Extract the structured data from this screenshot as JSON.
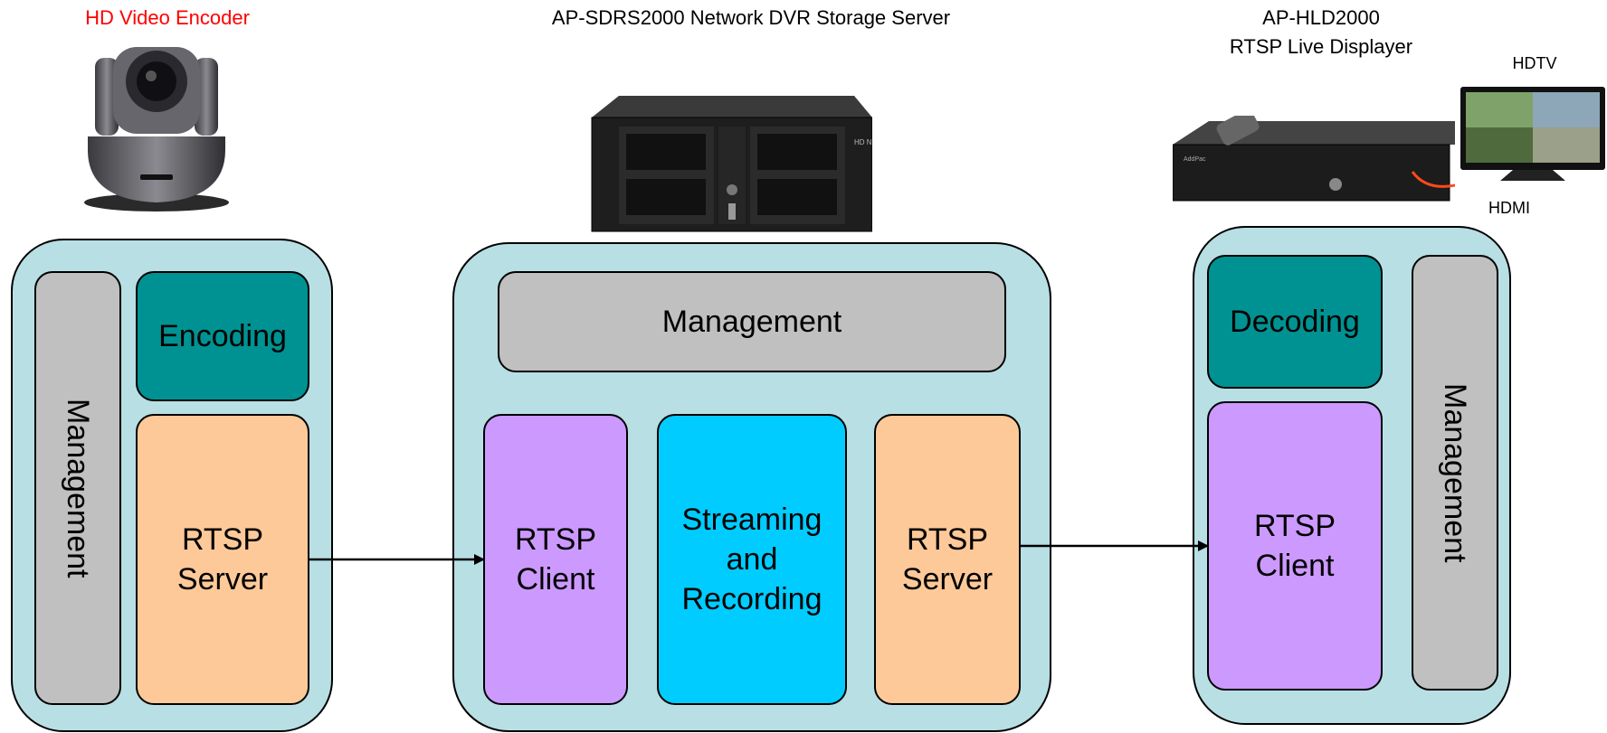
{
  "devices": {
    "encoder": {
      "title": "HD Video Encoder",
      "title_color": "#ff0000",
      "blocks": {
        "management": "Management",
        "encoding": "Encoding",
        "rtsp_server": "RTSP\nServer"
      }
    },
    "server": {
      "title": "AP-SDRS2000 Network DVR Storage Server",
      "blocks": {
        "management": "Management",
        "rtsp_client": "RTSP\nClient",
        "streaming": "Streaming\nand\nRecording",
        "rtsp_server": "RTSP\nServer"
      }
    },
    "displayer": {
      "title_line1": "AP-HLD2000",
      "title_line2": "RTSP Live Displayer",
      "hdtv_label": "HDTV",
      "hdmi_label": "HDMI",
      "blocks": {
        "decoding": "Decoding",
        "rtsp_client": "RTSP\nClient",
        "management": "Management"
      }
    }
  },
  "colors": {
    "device_bg": "#b8dfe3",
    "management": "#c0c0c0",
    "encoding": "#009292",
    "rtsp_server": "#fdc998",
    "rtsp_client": "#cc99fe",
    "streaming": "#00ccff"
  }
}
